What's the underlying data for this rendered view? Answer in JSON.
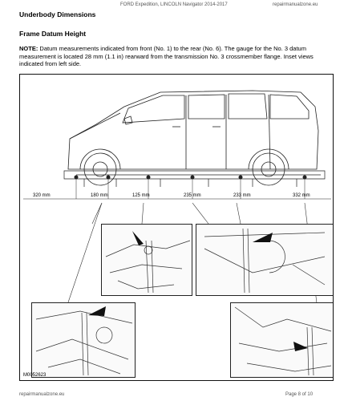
{
  "header": {
    "left": "",
    "center": "FORD Expedition, LINCOLN Navigator 2014-2017",
    "right": "repairmanualzone.eu"
  },
  "section_title": "Underbody Dimensions",
  "subsection_title": "Frame Datum Height",
  "note": {
    "label": "NOTE:",
    "text": " Datum measurements indicated from front (No. 1) to the rear (No. 6). The gauge for the No. 3 datum measurement is located 28 mm (1.1 in) rearward from the transmission No. 3 crossmember flange. Inset views indicated from left side."
  },
  "measurements": [
    "320 mm",
    "180 mm",
    "125 mm",
    "235 mm",
    "233 mm",
    "332 mm"
  ],
  "figure_id": "M0052623",
  "footer": {
    "left": "repairmanualzone.eu",
    "right": "Page 8 of 10"
  }
}
